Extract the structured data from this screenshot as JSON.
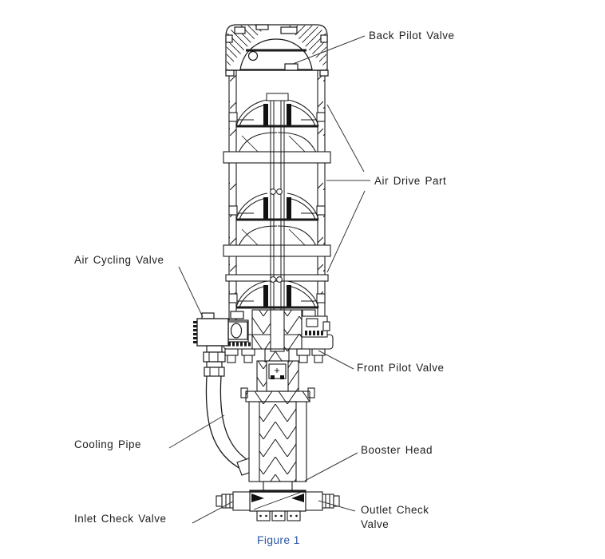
{
  "figure": {
    "caption": "Figure 1",
    "caption_color": "#2b55a4"
  },
  "labels": {
    "back_pilot_valve": "Back Pilot Valve",
    "air_drive_part": "Air Drive Part",
    "air_cycling_valve": "Air Cycling Valve",
    "front_pilot_valve": "Front Pilot Valve",
    "cooling_pipe": "Cooling Pipe",
    "booster_head": "Booster Head",
    "inlet_check_valve": "Inlet Check Valve",
    "outlet_check_valve": "Outlet Check Valve"
  },
  "diagram": {
    "line_color": "#1a1a1a",
    "leader_color": "#3a3a3a"
  }
}
